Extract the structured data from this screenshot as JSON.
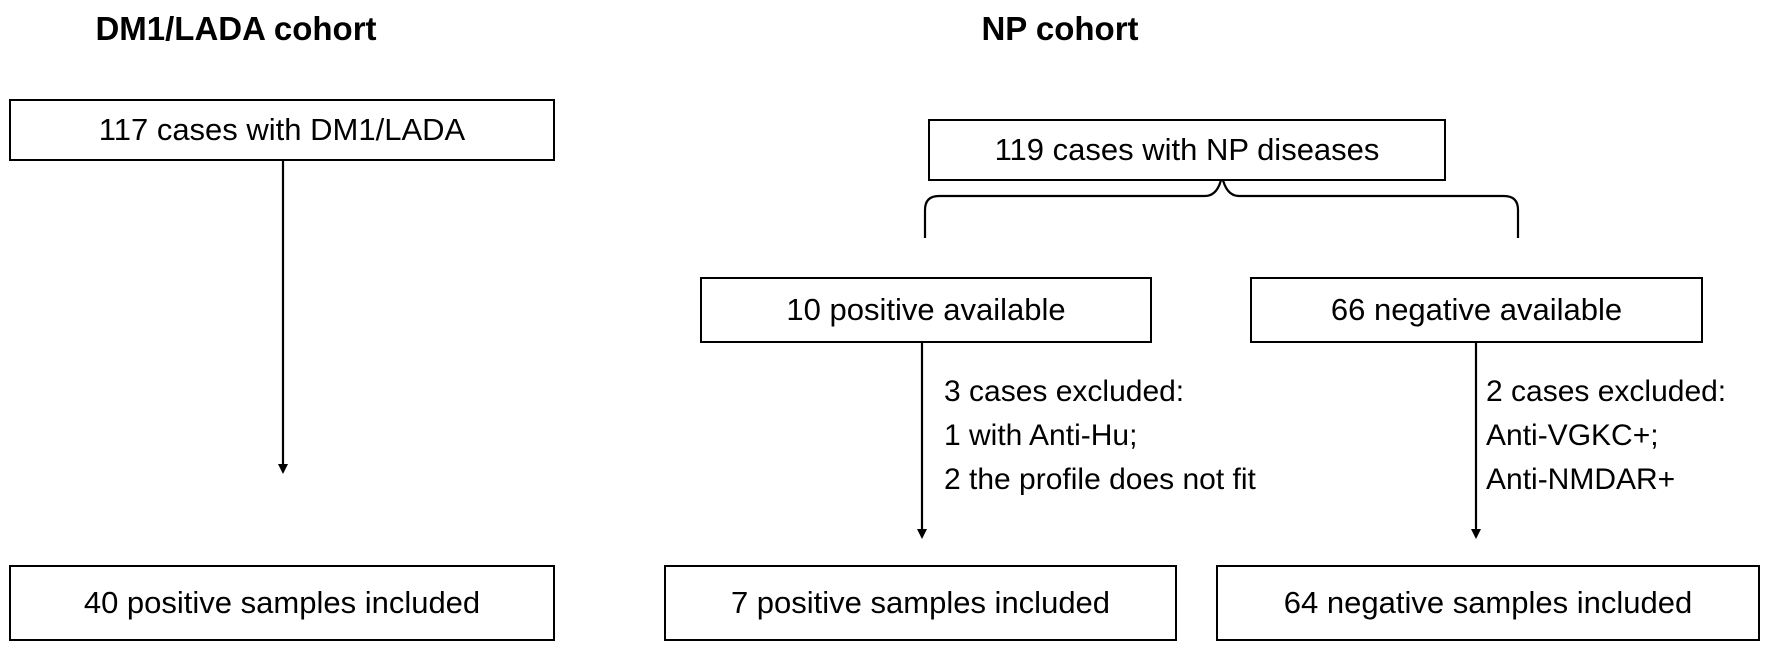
{
  "cohorts": {
    "dm1": {
      "title": "DM1/LADA cohort",
      "start": "117 cases with DM1/LADA",
      "end": "40 positive samples included"
    },
    "np": {
      "title": "NP cohort",
      "start": "119 cases with NP diseases",
      "positive_available": "10 positive available",
      "negative_available": "66 negative available",
      "positive_exclusion": [
        "3 cases excluded:",
        "1 with Anti-Hu;",
        "2 the profile does not fit"
      ],
      "negative_exclusion": [
        "2 cases excluded:",
        "Anti-VGKC+;",
        "Anti-NMDAR+"
      ],
      "positive_included": "7 positive samples included",
      "negative_included": "64 negative samples included"
    }
  }
}
